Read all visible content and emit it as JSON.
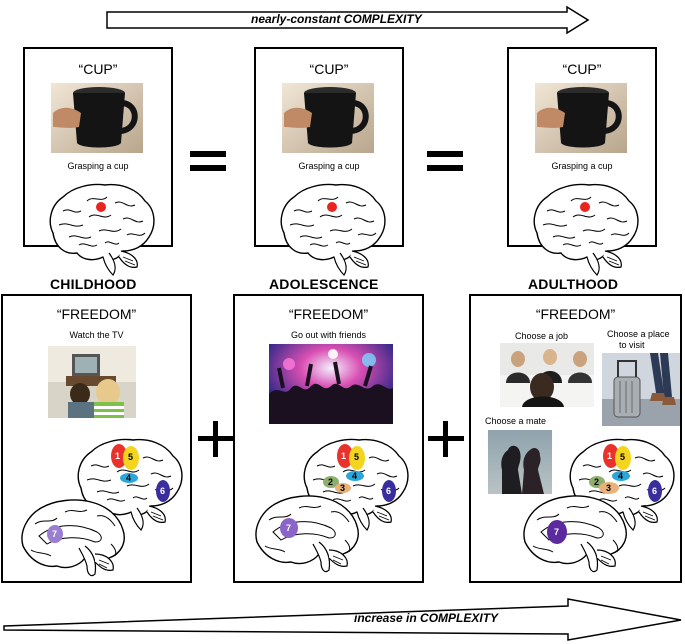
{
  "top_arrow": {
    "label": "nearly-constant COMPLEXITY"
  },
  "bottom_arrow": {
    "label": "increase in COMPLEXITY"
  },
  "cup_panels": [
    {
      "title": "“CUP”",
      "caption": "Grasping a cup"
    },
    {
      "title": "“CUP”",
      "caption": "Grasping a cup"
    },
    {
      "title": "“CUP”",
      "caption": "Grasping a cup"
    }
  ],
  "stages": [
    "CHILDHOOD",
    "ADOLESCENCE",
    "ADULTHOOD"
  ],
  "freedom_panels": [
    {
      "title": "“FREEDOM”",
      "captions": [
        "Watch the TV"
      ]
    },
    {
      "title": "“FREEDOM”",
      "captions": [
        "Go out with friends"
      ]
    },
    {
      "title": "“FREEDOM”",
      "captions": [
        "Choose a job",
        "Choose a place",
        "to visit",
        "Choose a mate"
      ]
    }
  ],
  "region_labels": [
    "1",
    "5",
    "4",
    "6",
    "7",
    "2",
    "3"
  ],
  "colors": {
    "region_1": "#e8322b",
    "region_5": "#f3d41e",
    "region_4": "#2aa6db",
    "region_6": "#3a2e9c",
    "region_7_child": "#9a7fd0",
    "region_7_adol": "#8a64c8",
    "region_7_adult": "#5b2a9e",
    "region_2": "#8fae6e",
    "region_3": "#e9b27a",
    "cup_dot": "#e8241f"
  }
}
